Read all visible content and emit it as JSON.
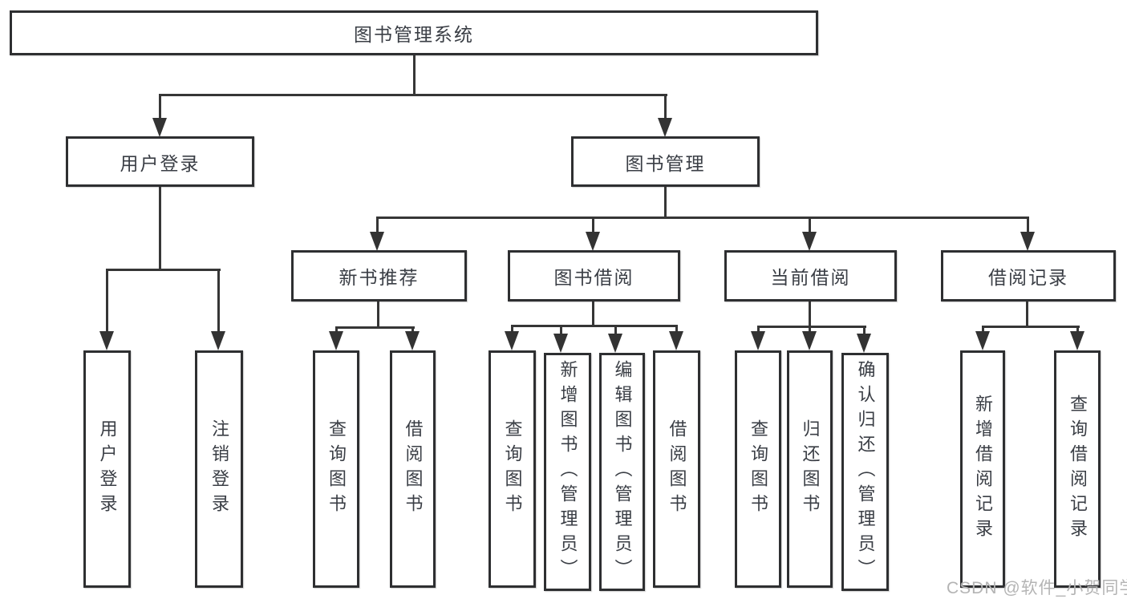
{
  "diagram": {
    "title": "图书管理系统",
    "nodes": {
      "user_login": "用户登录",
      "book_mgmt": "图书管理",
      "new_books": "新书推荐",
      "book_borrow": "图书借阅",
      "current_borrow": "当前借阅",
      "borrow_records": "借阅记录"
    },
    "leaves": {
      "user_login": [
        "用户登录",
        "注销登录"
      ],
      "new_books": [
        "查询图书",
        "借阅图书"
      ],
      "book_borrow": [
        "查询图书",
        "新增图书（管理员）",
        "编辑图书（管理员）",
        "借阅图书"
      ],
      "current_borrow": [
        "查询图书",
        "归还图书",
        "确认归还（管理员）"
      ],
      "borrow_records": [
        "新增借阅记录",
        "查询借阅记录"
      ]
    },
    "line_color": "#363636",
    "border_color": "#2e2f31",
    "text_color": "#3a3e45"
  },
  "watermark": {
    "text": "CSDN @软件_小贺同学",
    "color": "#b4b4b4"
  }
}
